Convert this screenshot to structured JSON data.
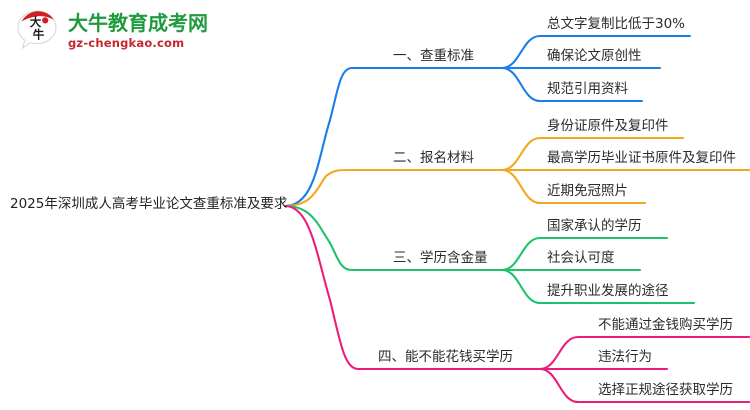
{
  "logo": {
    "mark_text": "大牛",
    "name": "大牛教育成考网",
    "url": "gz-chengkao.com"
  },
  "mindmap": {
    "root": {
      "label": "2025年深圳成人高考毕业论文查重标准及要求"
    },
    "branches": [
      {
        "label": "一、查重标准",
        "color": "#1a7ee8",
        "leaves": [
          {
            "label": "总文字复制比低于30%"
          },
          {
            "label": "确保论文原创性"
          },
          {
            "label": "规范引用资料"
          }
        ]
      },
      {
        "label": "二、报名材料",
        "color": "#f0a81c",
        "leaves": [
          {
            "label": "身份证原件及复印件"
          },
          {
            "label": "最高学历毕业证书原件及复印件"
          },
          {
            "label": "近期免冠照片"
          }
        ]
      },
      {
        "label": "三、学历含金量",
        "color": "#1ec26a",
        "leaves": [
          {
            "label": "国家承认的学历"
          },
          {
            "label": "社会认可度"
          },
          {
            "label": "提升职业发展的途径"
          }
        ]
      },
      {
        "label": "四、能不能花钱买学历",
        "color": "#ee1c79",
        "leaves": [
          {
            "label": "不能通过金钱购买学历"
          },
          {
            "label": "违法行为"
          },
          {
            "label": "选择正规途径获取学历"
          }
        ]
      }
    ]
  }
}
